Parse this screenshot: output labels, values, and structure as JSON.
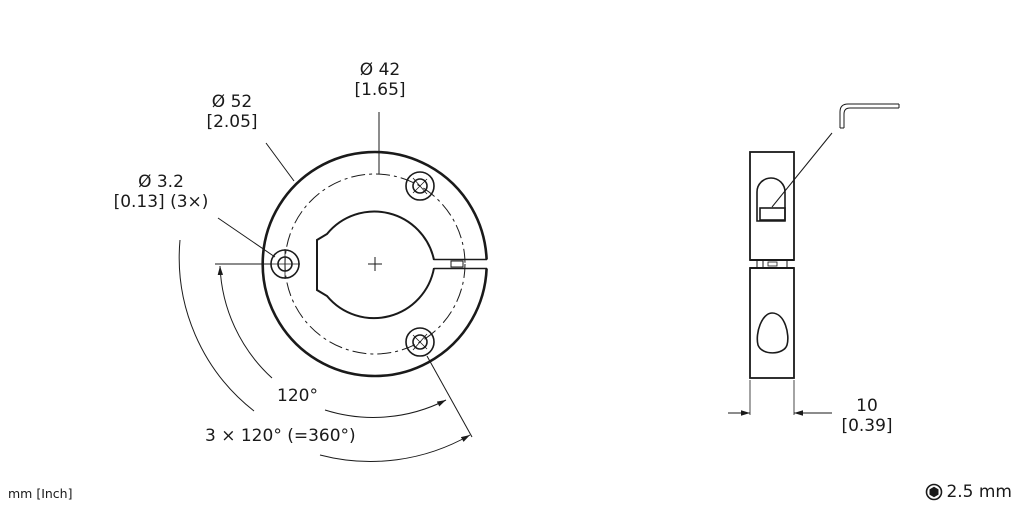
{
  "front_view": {
    "outer_diameter": {
      "mm": "Ø 52",
      "inch": "[2.05]"
    },
    "bolt_circle_diameter": {
      "mm": "Ø 42",
      "inch": "[1.65]"
    },
    "hole_diameter": {
      "mm": "Ø 3.2",
      "inch": "[0.13] (3×)"
    },
    "angle_single": "120°",
    "angle_total": "3 × 120° (=360°)"
  },
  "side_view": {
    "width": {
      "mm": "10",
      "inch": "[0.39]"
    }
  },
  "footer": {
    "units": "mm [Inch]",
    "hex_key_icon": "hex-socket-icon",
    "hex_key_size": "2.5 mm"
  },
  "colors": {
    "line": "#1a1a1a",
    "background": "#ffffff"
  }
}
